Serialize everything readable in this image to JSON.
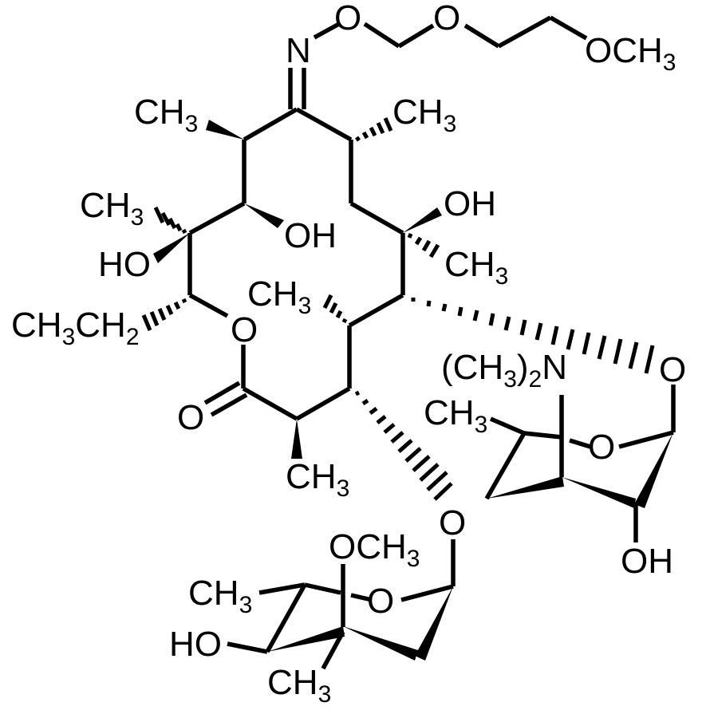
{
  "diagram": {
    "type": "chemical-structure",
    "compound_hint": "macrolide oxime ether with two sugar moieties",
    "colors": {
      "background": "#ffffff",
      "ink": "#000000"
    },
    "labels": {
      "oxime_n": "N",
      "oxime_o": "O",
      "ether_o": "O",
      "terminal_ome": {
        "main": "OCH",
        "sub": "3"
      },
      "c10_methyl": {
        "main": "CH",
        "sub": "3"
      },
      "c8_methyl": {
        "main": "CH",
        "sub": "3"
      },
      "c6_oh": "OH",
      "c6_methyl": {
        "main": "CH",
        "sub": "3"
      },
      "c11_oh": "OH",
      "c12_methyl": {
        "main": "CH",
        "sub": "3"
      },
      "c12_oh": "HO",
      "ethyl": {
        "a": "CH",
        "b": "3",
        "c": "CH",
        "d": "2"
      },
      "ring_o": "O",
      "carbonyl_o": "O",
      "c4_methyl": {
        "main": "CH",
        "sub": "3"
      },
      "c2_methyl": {
        "main": "CH",
        "sub": "3"
      },
      "desosamine_link_o": "O",
      "dimethylamino": {
        "a": "(CH",
        "b": "3",
        "c": ")",
        "d": "2",
        "e": "N"
      },
      "desosamine_methyl": {
        "main": "CH",
        "sub": "3"
      },
      "desosamine_ring_o": "O",
      "desosamine_oh": "OH",
      "cladinose_link_o": "O",
      "cladinose_ome": {
        "main": "OCH",
        "sub": "3"
      },
      "cladinose_methyl": {
        "main": "CH",
        "sub": "3"
      },
      "cladinose_ring_o": "O",
      "cladinose_oh": "HO",
      "cladinose_c_methyl": {
        "main": "CH",
        "sub": "3"
      }
    }
  }
}
